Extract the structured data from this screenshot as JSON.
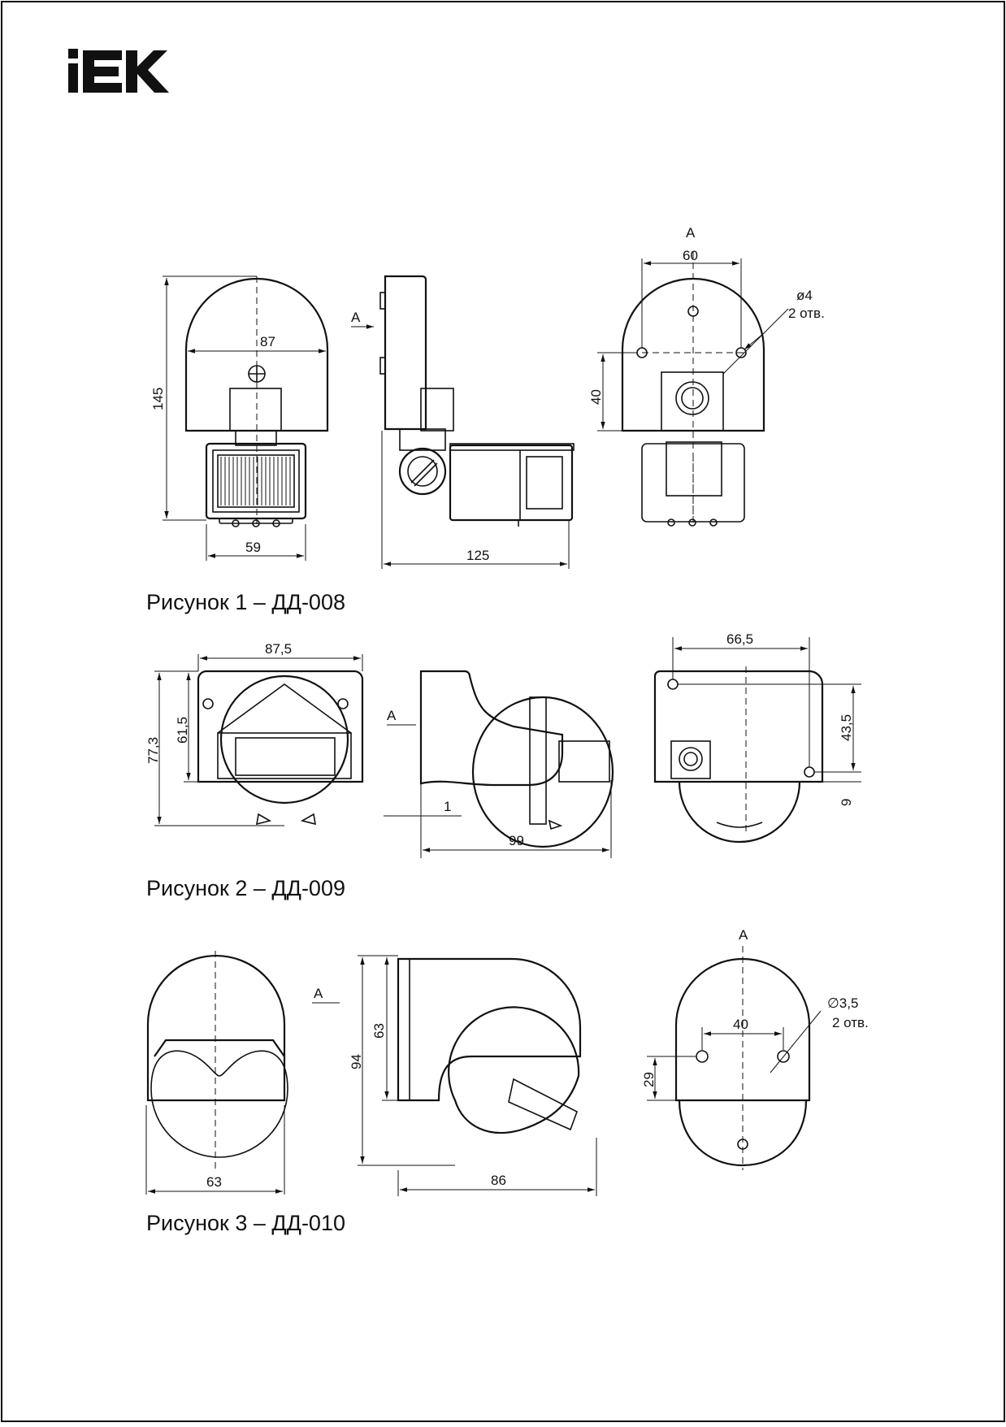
{
  "logo": {
    "text": "IEK"
  },
  "figures": [
    {
      "caption": "Рисунок 1 – ДД-008",
      "view_label_side": "A",
      "view_label_back": "A",
      "dims": {
        "height": "145",
        "width_top": "87",
        "width_bottom": "59",
        "depth": "125",
        "hole_spacing": "60",
        "hole_offset": "40",
        "hole_diameter": "ø4",
        "hole_count": "2 отв."
      }
    },
    {
      "caption": "Рисунок 2 – ДД-009",
      "view_label_side": "A",
      "dims": {
        "width": "87,5",
        "height_outer": "77,3",
        "height_inner": "61,5",
        "gap": "1",
        "depth": "99",
        "hole_spacing": "66,5",
        "hole_vertical": "43,5",
        "hole_offset": "9"
      }
    },
    {
      "caption": "Рисунок 3 – ДД-010",
      "view_label_side": "A",
      "view_label_back": "A",
      "dims": {
        "width": "63",
        "height_outer": "94",
        "height_inner": "63",
        "depth": "86",
        "hole_spacing": "40",
        "hole_offset": "29",
        "hole_diameter": "∅3,5",
        "hole_count": "2 отв."
      }
    }
  ]
}
